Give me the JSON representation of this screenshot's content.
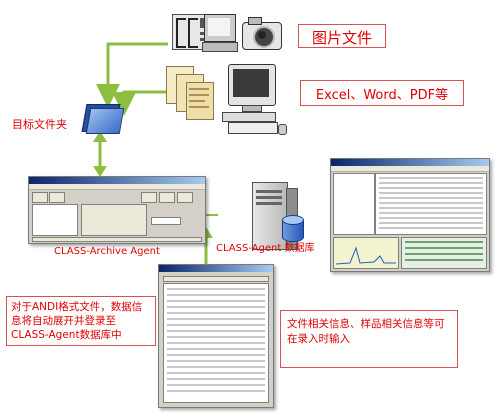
{
  "labels": {
    "image_files": "图片文件",
    "office_files": "Excel、Word、PDF等",
    "target_folder": "目标文件夹",
    "archive_agent": "CLASS-Archive Agent",
    "agent_database": "CLASS-Agent 数据库",
    "andi_note": "对于ANDI格式文件，数据信息将自动展开并登录至CLASS-Agent数据库中",
    "sample_note": "文件相关信息、样品相关信息等可在录入时输入"
  },
  "colors": {
    "arrow_green": "#8cbf3f",
    "label_red": "#e00000",
    "box_border": "#d85050"
  },
  "icons": {
    "scanner": "scanner-icon",
    "camera": "camera-icon",
    "documents": "documents-icon",
    "computer": "computer-icon",
    "folder": "folder-icon",
    "server": "server-database-icon"
  }
}
